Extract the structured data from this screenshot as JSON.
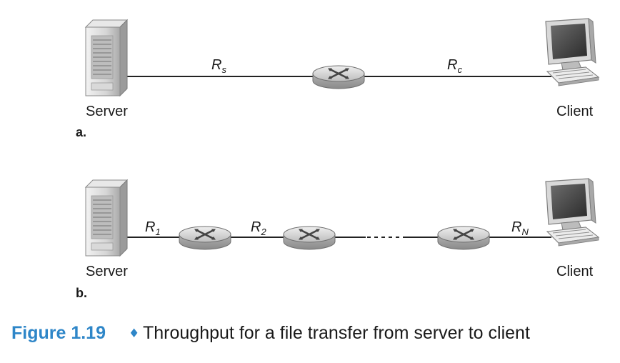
{
  "diagram_a": {
    "panel_label": "a.",
    "server_label": "Server",
    "client_label": "Client",
    "link_server": {
      "base": "R",
      "sub": "s"
    },
    "link_client": {
      "base": "R",
      "sub": "c"
    }
  },
  "diagram_b": {
    "panel_label": "b.",
    "server_label": "Server",
    "client_label": "Client",
    "link_1": {
      "base": "R",
      "sub": "1"
    },
    "link_2": {
      "base": "R",
      "sub": "2"
    },
    "link_n": {
      "base": "R",
      "sub": "N"
    }
  },
  "caption": {
    "figure": "Figure 1.19",
    "separator": "♦",
    "text": "Throughput for a file transfer from server to client"
  },
  "colors": {
    "caption_accent": "#2e86c8",
    "router_fill": "#c9c9c9",
    "line": "#222222"
  }
}
